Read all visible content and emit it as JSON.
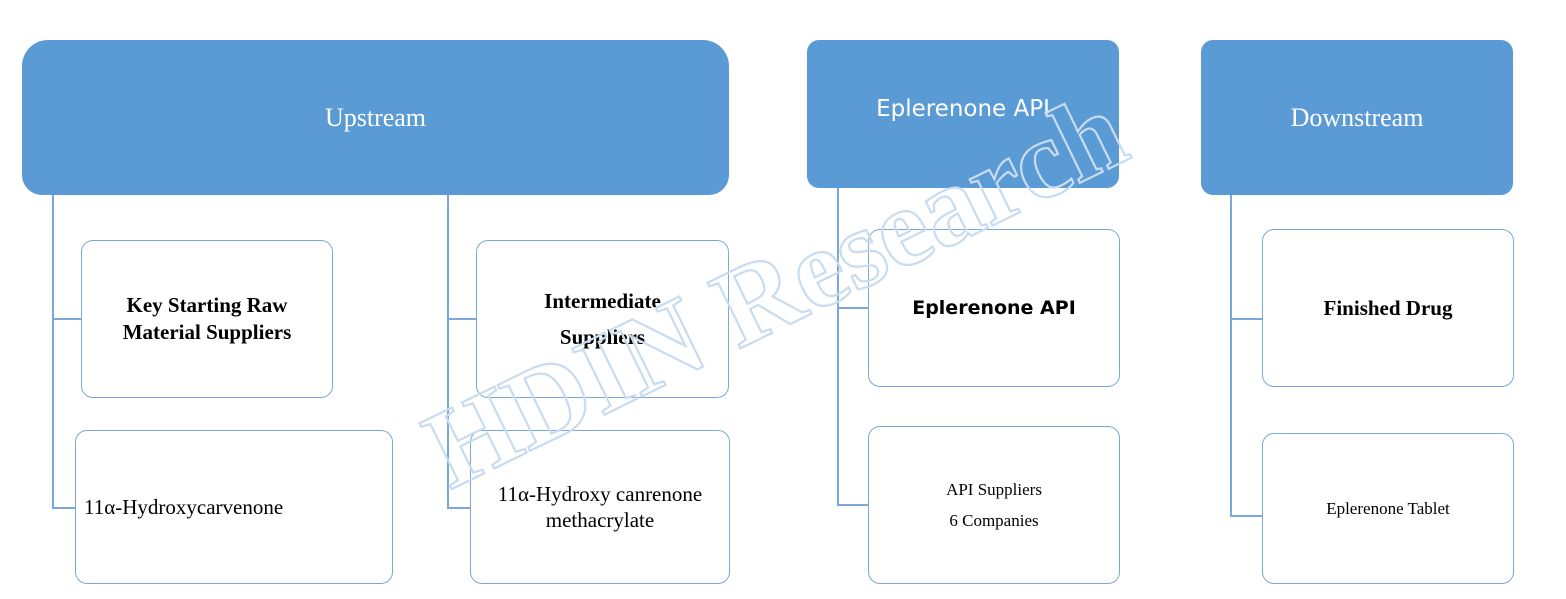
{
  "columns": [
    {
      "id": "upstream",
      "header": "Upstream",
      "groups": [
        {
          "title_line1": "Key Starting Raw",
          "title_line2": "Material Suppliers",
          "detail_line1": "11α-Hydroxycarvenone"
        },
        {
          "title_line1": "Intermediate",
          "title_line2": "Suppliers",
          "detail_line1": "11α-Hydroxy canrenone",
          "detail_line2": "methacrylate"
        }
      ]
    },
    {
      "id": "api",
      "header": "Eplerenone API",
      "title": "Eplerenone API",
      "detail_line1": "API Suppliers",
      "detail_line2": "6 Companies"
    },
    {
      "id": "downstream",
      "header": "Downstream",
      "title": "Finished Drug",
      "detail_line1": "Eplerenone Tablet"
    }
  ],
  "watermark": "HDIN Research",
  "colors": {
    "header_fill": "#5b9bd5",
    "box_border": "#7aa9d9",
    "connector": "#7aa9d9",
    "watermark": "#c9dcef"
  }
}
